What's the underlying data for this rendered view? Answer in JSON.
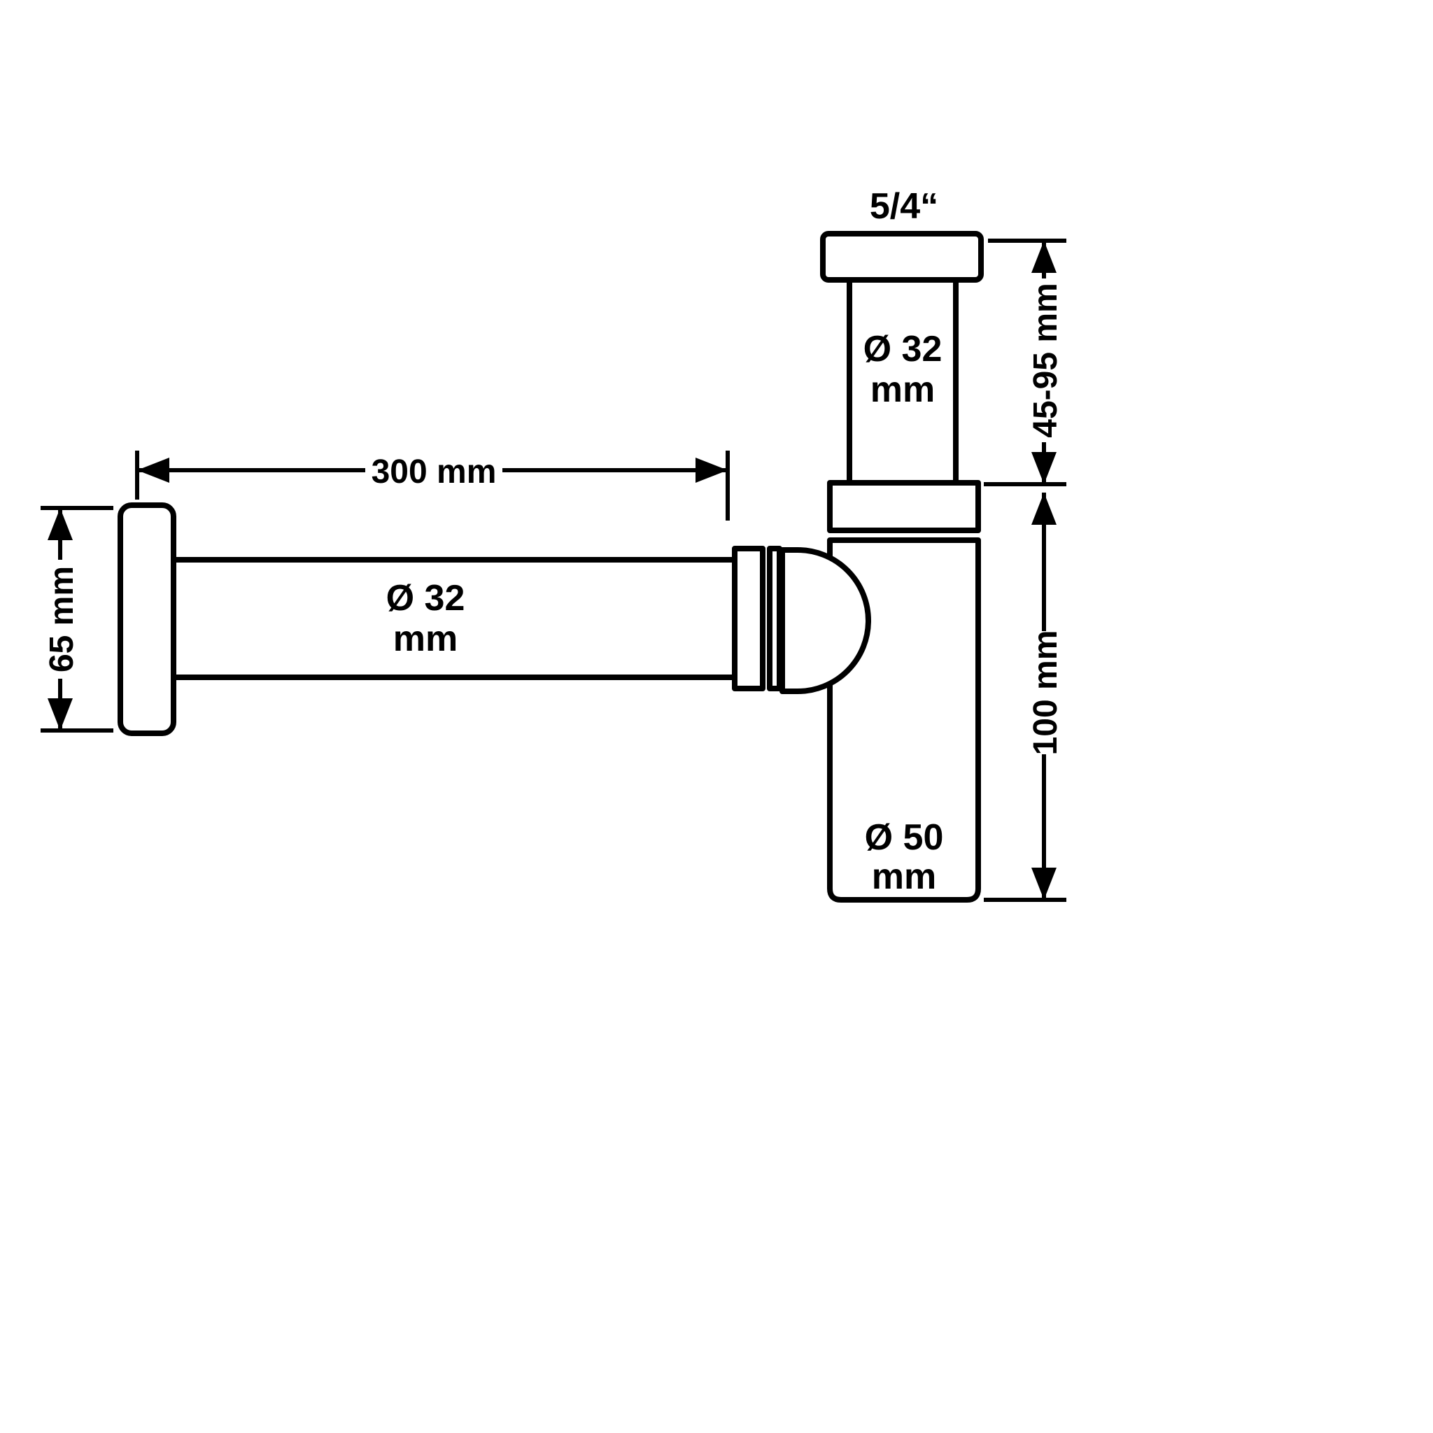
{
  "diagram": {
    "labels": {
      "thread": "5/4“",
      "inlet": {
        "diameter": "Ø 32",
        "unit": "mm"
      },
      "pipe": {
        "diameter": "Ø 32",
        "unit": "mm"
      },
      "body": {
        "diameter": "Ø 50",
        "unit": "mm"
      }
    },
    "dimensions": {
      "pipe_length": "300 mm",
      "flange_height": "65 mm",
      "inlet_range": "45-95 mm",
      "body_height": "100 mm"
    },
    "colors": {
      "line": "#000000",
      "background": "#ffffff"
    }
  }
}
